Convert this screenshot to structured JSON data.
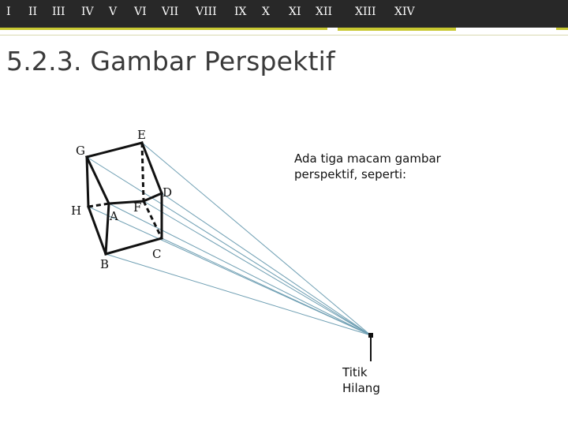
{
  "nav": {
    "items": [
      "I",
      "II",
      "III",
      "IV",
      "V",
      "VI",
      "VII",
      "VIII",
      "IX",
      "X",
      "XI",
      "XII",
      "XIII",
      "XIV"
    ]
  },
  "title": "5.2.3. Gambar Perspektif",
  "description": {
    "line1": "Ada tiga macam gambar",
    "line2": "perspektif, seperti:"
  },
  "vanishing_point": {
    "line1": "Titik",
    "line2": "Hilang"
  },
  "points": {
    "E": "E",
    "G": "G",
    "D": "D",
    "H": "H",
    "A": "A",
    "F": "F",
    "B": "B",
    "C": "C"
  },
  "colors": {
    "topbar": "#282828",
    "accent": "#c8c830",
    "projection_lines": "#6f9fb3",
    "edges": "#111111"
  }
}
